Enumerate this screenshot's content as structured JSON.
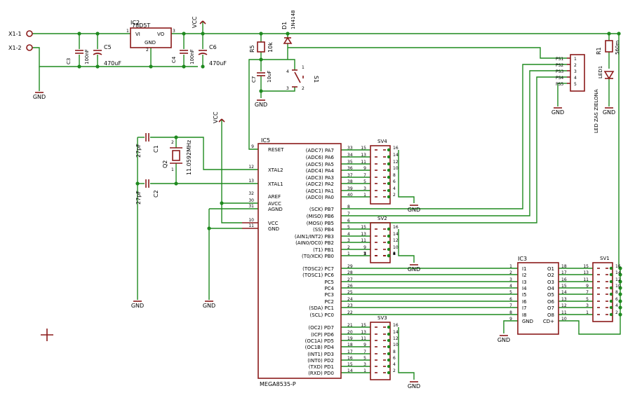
{
  "colors": {
    "wire": "#1f8a1f",
    "part": "#8b1a1a",
    "text": "#000000",
    "background": "#ffffff"
  },
  "connectors": {
    "x1_1": "X1-1",
    "x1_2": "X1-2"
  },
  "power": {
    "vcc": "VCC",
    "gnd": "GND"
  },
  "regulator": {
    "ref": "IC2",
    "value": "78D5T",
    "pin_vi": "VI",
    "pin_vo": "VO",
    "pin_gnd": "GND",
    "pin1": "1",
    "pin2": "2",
    "pin3": "3"
  },
  "caps": {
    "c3": {
      "ref": "C3",
      "value": "100nF"
    },
    "c5": {
      "ref": "C5",
      "value": "470uF"
    },
    "c4": {
      "ref": "C4",
      "value": "100nF"
    },
    "c6": {
      "ref": "C6",
      "value": "470uF"
    },
    "c7": {
      "ref": "C7",
      "value": "10uF"
    },
    "c1": {
      "ref": "C1",
      "value": "27pF"
    },
    "c2": {
      "ref": "C2",
      "value": "27pF"
    }
  },
  "diode": {
    "ref": "D1",
    "value": "1N4148"
  },
  "r5": {
    "ref": "R5",
    "value": "10k"
  },
  "r1": {
    "ref": "R1",
    "value": "560m"
  },
  "switch": {
    "ref": "S1",
    "pins": [
      "1",
      "2",
      "3",
      "4"
    ]
  },
  "led": {
    "ref": "LED1",
    "value": "LED ZAS ZIELONA"
  },
  "crystal": {
    "ref": "Q2",
    "value": "11.0592MHz",
    "pin1": "1",
    "pin2": "2"
  },
  "isp": {
    "ref": "PS1",
    "pins": [
      "PS1",
      "PS2",
      "PS3",
      "PS4",
      "PS5"
    ],
    "nums": [
      "1",
      "2",
      "3",
      "4",
      "5"
    ]
  },
  "mcu": {
    "ref": "IC5",
    "value": "MEGA8535-P",
    "left": [
      {
        "pin": "9",
        "name": "RESET"
      },
      {
        "pin": "12",
        "name": "XTAL2"
      },
      {
        "pin": "13",
        "name": "XTAL1"
      },
      {
        "pin": "32",
        "name": "AREF"
      },
      {
        "pin": "30",
        "name": "AVCC"
      },
      {
        "pin": "31",
        "name": "AGND"
      },
      {
        "pin": "10",
        "name": "VCC"
      },
      {
        "pin": "11",
        "name": "GND"
      }
    ],
    "porta": [
      {
        "pin": "33",
        "name": "(ADC7) PA7"
      },
      {
        "pin": "34",
        "name": "(ADC6) PA6"
      },
      {
        "pin": "35",
        "name": "(ADC5) PA5"
      },
      {
        "pin": "36",
        "name": "(ADC4) PA4"
      },
      {
        "pin": "37",
        "name": "(ADC3) PA3"
      },
      {
        "pin": "38",
        "name": "(ADC2) PA2"
      },
      {
        "pin": "39",
        "name": "(ADC1) PA1"
      },
      {
        "pin": "40",
        "name": "(ADC0) PA0"
      }
    ],
    "portb": [
      {
        "pin": "8",
        "name": "(SCK) PB7"
      },
      {
        "pin": "7",
        "name": "(MISO) PB6"
      },
      {
        "pin": "6",
        "name": "(MOSI) PB5"
      },
      {
        "pin": "5",
        "name": "(SS) PB4"
      },
      {
        "pin": "4",
        "name": "(AIN1/INT2) PB3"
      },
      {
        "pin": "3",
        "name": "(AIN0/OC0) PB2"
      },
      {
        "pin": "2",
        "name": "(T1) PB1"
      },
      {
        "pin": "1",
        "name": "(T0/XCK) PB0"
      }
    ],
    "portc": [
      {
        "pin": "29",
        "name": "(TOSC2) PC7"
      },
      {
        "pin": "28",
        "name": "(TOSC1) PC6"
      },
      {
        "pin": "27",
        "name": "PC5"
      },
      {
        "pin": "26",
        "name": "PC4"
      },
      {
        "pin": "25",
        "name": "PC3"
      },
      {
        "pin": "24",
        "name": "PC2"
      },
      {
        "pin": "23",
        "name": "(SDA) PC1"
      },
      {
        "pin": "22",
        "name": "(SCL) PC0"
      }
    ],
    "portd": [
      {
        "pin": "21",
        "name": "(OC2) PD7"
      },
      {
        "pin": "20",
        "name": "(ICP) PD6"
      },
      {
        "pin": "19",
        "name": "(OC1A) PD5"
      },
      {
        "pin": "18",
        "name": "(OC1B) PD4"
      },
      {
        "pin": "17",
        "name": "(INT1) PD3"
      },
      {
        "pin": "16",
        "name": "(INT0) PD2"
      },
      {
        "pin": "15",
        "name": "(TXD) PD1"
      },
      {
        "pin": "14",
        "name": "(RXD) PD0"
      }
    ]
  },
  "header_pins": {
    "left": [
      "15",
      "13",
      "11",
      "9",
      "7",
      "5",
      "3",
      "1"
    ],
    "right": [
      "16",
      "14",
      "12",
      "10",
      "8",
      "6",
      "4",
      "2"
    ]
  },
  "headers": {
    "sv4": "SV4",
    "sv2": "SV2",
    "sv3": "SV3",
    "sv1": "SV1"
  },
  "ic3": {
    "ref": "IC3",
    "inputs": [
      "I1",
      "I2",
      "I3",
      "I4",
      "I5",
      "I6",
      "I7",
      "I8",
      "GND"
    ],
    "in_pins": [
      "1",
      "2",
      "3",
      "4",
      "5",
      "6",
      "7",
      "8",
      "9"
    ],
    "outputs": [
      "O1",
      "O2",
      "O3",
      "O4",
      "O5",
      "O6",
      "O7",
      "O8",
      "CD+"
    ],
    "out_pins": [
      "18",
      "17",
      "16",
      "15",
      "14",
      "13",
      "12",
      "11",
      "10"
    ]
  }
}
